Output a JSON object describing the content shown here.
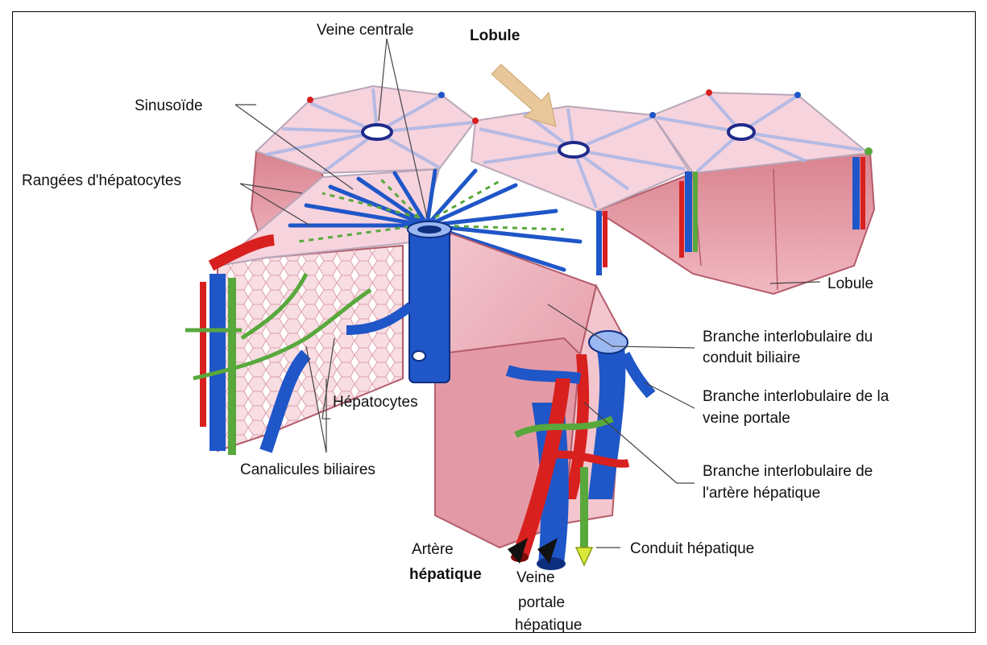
{
  "diagram": {
    "labels": {
      "veine_centrale": "Veine centrale",
      "lobule_top": "Lobule",
      "sinusoide": "Sinusoïde",
      "rangees": "Rangées d'hépatocytes",
      "lobule_right": "Lobule",
      "branche_conduit_l1": "Branche interlobulaire du",
      "branche_conduit_l2": "conduit biliaire",
      "branche_veine_l1": "Branche interlobulaire de la",
      "branche_veine_l2": "veine portale",
      "hepatocytes": "Hépatocytes",
      "canalicules": "Canalicules biliaires",
      "branche_artere_l1": "Branche interlobulaire de",
      "branche_artere_l2": "l'artère hépatique",
      "conduit_hepatique": "Conduit hépatique",
      "artere_l1": "Artère",
      "artere_l2": "hépatique",
      "veine_portale_l1": "Veine",
      "veine_portale_l2": "portale",
      "veine_portale_l3": "hépatique"
    },
    "colors": {
      "tissue_light": "#f6d3dd",
      "tissue_mid": "#e9a2ae",
      "tissue_dark": "#c96a76",
      "vein_blue": "#1f56c8",
      "artery_red": "#d8201f",
      "bile_green": "#58a83c",
      "arrow_tan": "#e8c79a",
      "arrow_yellow": "#d9e83a"
    }
  }
}
